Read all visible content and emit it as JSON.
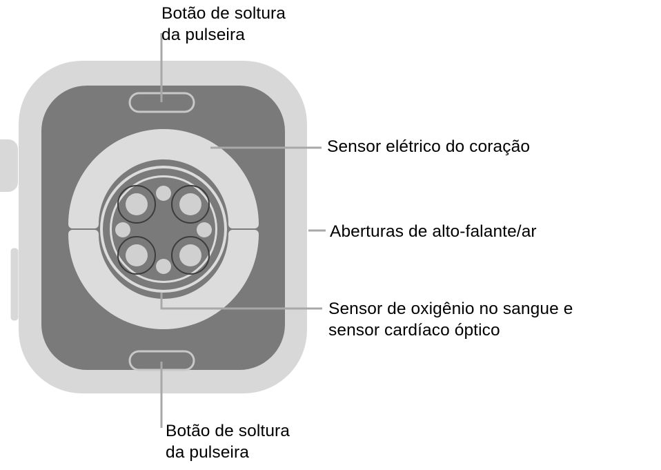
{
  "figure": {
    "title": "Apple Watch back view with sensor callouts",
    "background_color": "#ffffff"
  },
  "colors": {
    "case_outer": "#d8d8d8",
    "back_inner": "#7a7a7a",
    "sensor_ring": "#dcdcdc",
    "sensor_disc": "#7a7a7a",
    "sensor_dot": "#d0d0d0",
    "sensor_outline": "#3c3c3c",
    "leader_line": "#a8a8a8",
    "button_stroke": "#c8c8c8",
    "text": "#000000"
  },
  "callouts": [
    {
      "id": "band-release-top",
      "label": "Botão de soltura\nda pulseira",
      "position": "top-left"
    },
    {
      "id": "electrical-heart-sensor",
      "label": "Sensor elétrico do coração",
      "position": "right-upper"
    },
    {
      "id": "speaker-air-vents",
      "label": "Aberturas de alto-falante/ar",
      "position": "right-middle"
    },
    {
      "id": "blood-oxygen-optical-heart-sensor",
      "label": "Sensor de oxigênio no sangue e\nsensor cardíaco óptico",
      "position": "right-lower"
    },
    {
      "id": "band-release-bottom",
      "label": "Botão de soltura\nda pulseira",
      "position": "bottom-left"
    }
  ],
  "device": {
    "name": "apple-watch-back",
    "parts": {
      "digital_crown": "digital-crown",
      "side_button": "side-button",
      "band_release_top": "band-release-button-top",
      "band_release_bottom": "band-release-button-bottom",
      "sensor_cluster": "sensor-cluster",
      "speaker_ring_top": "speaker-vent-top",
      "speaker_ring_bottom": "speaker-vent-bottom"
    }
  }
}
